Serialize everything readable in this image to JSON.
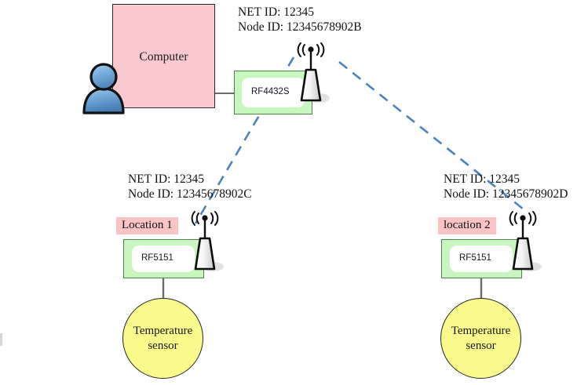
{
  "diagram": {
    "title": "RF module wireless temperature sensor network",
    "colors": {
      "computer_fill": "#fac9cf",
      "module_fill": "#c8f6bf",
      "module_border": "#4f7f4a",
      "sensor_fill": "#fafa8c",
      "location_highlight": "#fac3c4",
      "wireless_link": "#4a82c0",
      "wire": "#6b6b6b",
      "antenna_body": "#f2f2f2",
      "avatar_blue": "#6ba3d6"
    }
  },
  "center_node": {
    "net_id_line": "NET ID: 12345",
    "node_id_line": "Node ID: 12345678902B",
    "computer_label": "Computer",
    "module_label": "RF4432S",
    "antenna_icon": "wireless-antenna-icon",
    "avatar_icon": "user-avatar-icon"
  },
  "location_1": {
    "net_id_line": "NET ID: 12345",
    "node_id_line": "Node ID: 12345678902C",
    "location_label": "Location 1",
    "module_label": "RF5151",
    "sensor_label_line1": "Temperature",
    "sensor_label_line2": "sensor",
    "antenna_icon": "wireless-antenna-icon"
  },
  "location_2": {
    "net_id_line": "NET ID: 12345",
    "node_id_line": "Node ID: 12345678902D",
    "location_label": "location 2",
    "module_label": "RF5151",
    "sensor_label_line1": "Temperature",
    "sensor_label_line2": "sensor",
    "antenna_icon": "wireless-antenna-icon"
  }
}
